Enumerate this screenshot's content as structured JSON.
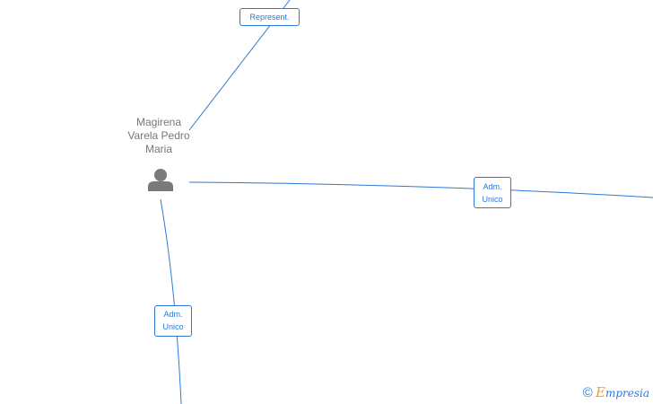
{
  "person": {
    "name": "Magirena\nVarela Pedro\nMaria",
    "icon": "person-icon"
  },
  "edges": [
    {
      "label": "Represent."
    },
    {
      "label": "Adm.\nUnico"
    },
    {
      "label": "Adm.\nUnico"
    }
  ],
  "brand": {
    "copyright": "©",
    "initial": "E",
    "rest": "mpresia"
  },
  "colors": {
    "edge": "#2f78d6",
    "person": "#777777",
    "brand_accent": "#f0a020"
  }
}
